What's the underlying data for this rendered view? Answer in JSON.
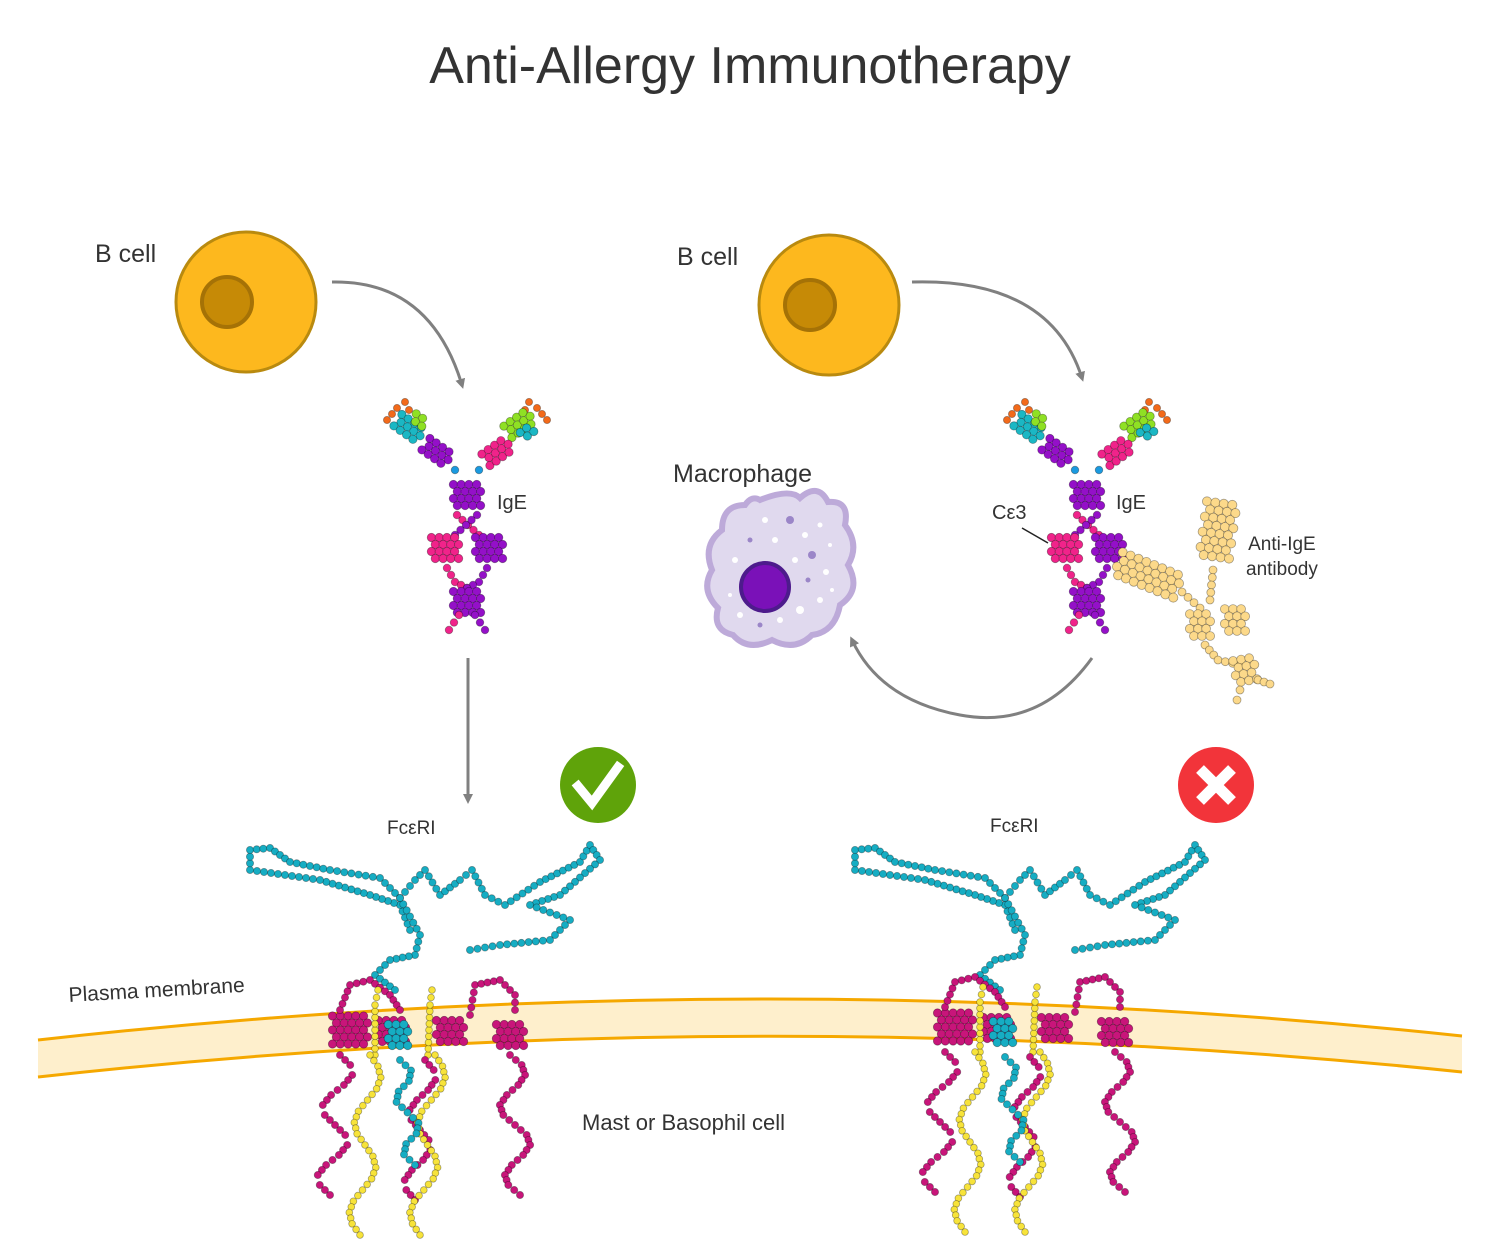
{
  "title": "Anti-Allergy Immunotherapy",
  "labels": {
    "b_cell_left": "B cell",
    "b_cell_right": "B cell",
    "ige_left": "IgE",
    "ige_right": "IgE",
    "c_epsilon_3": "Cε3",
    "anti_ige_line1": "Anti-IgE",
    "anti_ige_line2": "antibody",
    "macrophage": "Macrophage",
    "fc_receptor_left": "FcεRI",
    "fc_receptor_right": "FcεRI",
    "plasma_membrane": "Plasma membrane",
    "target_cell": "Mast or Basophil cell"
  },
  "status": {
    "left_pathway": {
      "icon": "check-icon",
      "meaning": "IgE binds FcεRI",
      "color": "#5fa30a"
    },
    "right_pathway": {
      "icon": "cross-icon",
      "meaning": "IgE binding blocked",
      "color": "#f2343a"
    }
  },
  "colors": {
    "b_cell_fill": "#fdb81e",
    "b_cell_stroke": "#b98a0f",
    "b_cell_nucleus": "#c68a06",
    "arrow": "#808080",
    "ige_magenta": "#f0238a",
    "ige_purple": "#9410c8",
    "ige_cyan": "#1bb7c4",
    "ige_green": "#8fe024",
    "ige_orange": "#f26a1b",
    "hinge_blue": "#1a9ae0",
    "anti_ige": "#fcd98a",
    "macrophage_body": "#e0d9ee",
    "macrophage_edge": "#bdaad9",
    "macrophage_nucleus": "#7a11b8",
    "receptor_alpha": "#16adc3",
    "receptor_beta": "#c8157a",
    "receptor_gamma": "#f7e33a",
    "membrane_fill": "#feefcc",
    "membrane_edge": "#f5a800"
  }
}
